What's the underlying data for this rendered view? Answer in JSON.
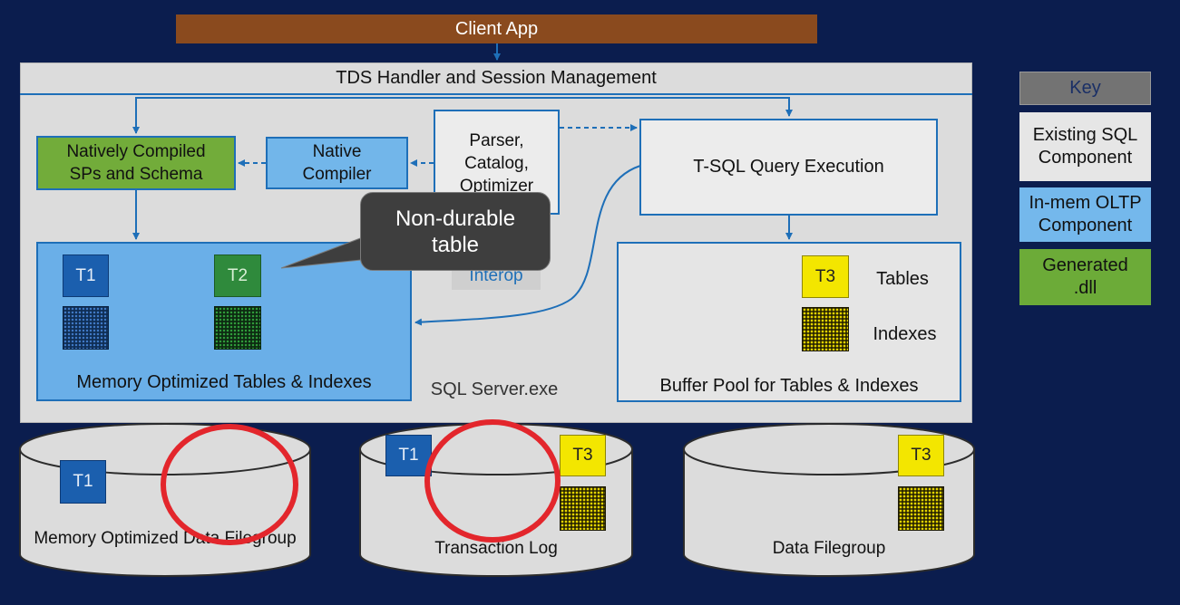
{
  "client_app": "Client App",
  "tds_handler": "TDS Handler and Session Management",
  "natively_compiled": [
    "Natively Compiled",
    "SPs and Schema"
  ],
  "native_compiler": [
    "Native",
    "Compiler"
  ],
  "parser": [
    "Parser,",
    "Catalog,",
    "Optimizer"
  ],
  "tsql_execution": "T-SQL Query Execution",
  "callout": [
    "Non-durable",
    "table"
  ],
  "interop": "Interop",
  "memory_tables": {
    "label": "Memory Optimized Tables & Indexes",
    "t1": "T1",
    "t2": "T2"
  },
  "sql_server_label": "SQL Server.exe",
  "buffer_pool": {
    "label": "Buffer Pool for Tables & Indexes",
    "t3": "T3",
    "tables_label": "Tables",
    "indexes_label": "Indexes"
  },
  "key": {
    "title": "Key",
    "existing": [
      "Existing SQL",
      "Component"
    ],
    "inmem": [
      "In-mem OLTP",
      "Component"
    ],
    "generated": [
      "Generated",
      ".dll"
    ]
  },
  "storage": {
    "mem_filegroup": {
      "label": "Memory Optimized Data Filegroup",
      "t1": "T1"
    },
    "transaction_log": {
      "label": "Transaction Log",
      "t1": "T1",
      "t3": "T3"
    },
    "data_filegroup": {
      "label": "Data Filegroup",
      "t3": "T3"
    }
  },
  "colors": {
    "background": "#0b1d4e",
    "client_app": "#8a4a1e",
    "existing_component": "#e6e6e6",
    "inmem_component": "#74b8ec",
    "generated_dll": "#6cab38",
    "highlight_circle": "#e3262c",
    "connector": "#1e6fb8"
  }
}
